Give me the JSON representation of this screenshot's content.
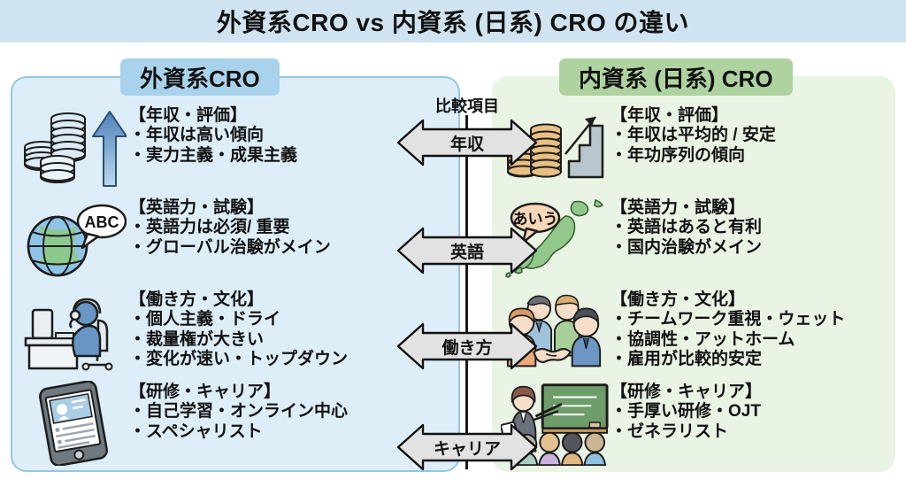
{
  "title": "外資系CRO vs 内資系 (日系) CRO の違い",
  "colors": {
    "title_bar_bg": "#cfe4f0",
    "foreign_panel_bg": "#ddeef9",
    "foreign_panel_border": "#95c6e2",
    "foreign_chip_bg": "#a9d3ec",
    "domestic_panel_bg": "#eaf4e4",
    "domestic_panel_border": "#a6cc9f",
    "domestic_chip_bg": "#aed3a0",
    "arrow_fill": "#e2e2e2",
    "arrow_stroke": "#111111",
    "text": "#111111"
  },
  "center": {
    "label": "比較項目",
    "arrows": [
      {
        "label": "年収",
        "name": "compare-arrow-salary"
      },
      {
        "label": "英語",
        "name": "compare-arrow-english"
      },
      {
        "label": "働き方",
        "name": "compare-arrow-workstyle"
      },
      {
        "label": "キャリア",
        "name": "compare-arrow-career"
      }
    ]
  },
  "foreign": {
    "header": "外資系CRO",
    "rows": [
      {
        "icon": "coin-stacks-up-arrow-icon",
        "heading": "【年収・評価】",
        "bullets": [
          "・年収は高い傾向",
          "・実力主義・成果主義"
        ]
      },
      {
        "icon": "globe-abc-speech-icon",
        "heading": "【英語力・試験】",
        "bullets": [
          "・英語力は必須/ 重要",
          "・グローバル治験がメイン"
        ]
      },
      {
        "icon": "desk-worker-headset-icon",
        "heading": "【働き方・文化】",
        "bullets": [
          "・個人主義・ドライ",
          "・裁量権が大きい",
          "・変化が速い・トップダウン"
        ]
      },
      {
        "icon": "tablet-online-learning-icon",
        "heading": "【研修・キャリア】",
        "bullets": [
          "・自己学習・オンライン中心",
          "・スペシャリスト"
        ]
      }
    ]
  },
  "domestic": {
    "header": "内資系 (日系) CRO",
    "rows": [
      {
        "icon": "coin-stacks-stairs-chart-icon",
        "heading": "【年収・評価】",
        "bullets": [
          "・年収は平均的 / 安定",
          "・年功序列の傾向"
        ]
      },
      {
        "icon": "japan-map-aiu-speech-icon",
        "heading": "【英語力・試験】",
        "bullets": [
          "・英語はあると有利",
          "・国内治験がメイン"
        ]
      },
      {
        "icon": "team-handshake-icon",
        "heading": "【働き方・文化】",
        "bullets": [
          "・チームワーク重視・ウェット",
          "・協調性・アットホーム",
          "・雇用が比較的安定"
        ]
      },
      {
        "icon": "classroom-training-icon",
        "heading": "【研修・キャリア】",
        "bullets": [
          "・手厚い研修・OJT",
          "・ゼネラリスト"
        ]
      }
    ]
  }
}
